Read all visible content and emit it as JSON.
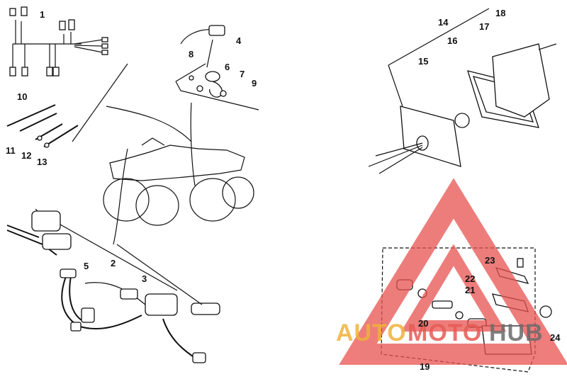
{
  "diagram": {
    "callouts": [
      {
        "id": "c1",
        "label": "1"
      },
      {
        "id": "c2",
        "label": "2"
      },
      {
        "id": "c3",
        "label": "3"
      },
      {
        "id": "c4",
        "label": "4"
      },
      {
        "id": "c5",
        "label": "5"
      },
      {
        "id": "c6",
        "label": "6"
      },
      {
        "id": "c7",
        "label": "7"
      },
      {
        "id": "c8",
        "label": "8"
      },
      {
        "id": "c9",
        "label": "9"
      },
      {
        "id": "c10",
        "label": "10"
      },
      {
        "id": "c11",
        "label": "11"
      },
      {
        "id": "c12",
        "label": "12"
      },
      {
        "id": "c13",
        "label": "13"
      },
      {
        "id": "c14",
        "label": "14"
      },
      {
        "id": "c15",
        "label": "15"
      },
      {
        "id": "c16",
        "label": "16"
      },
      {
        "id": "c17",
        "label": "17"
      },
      {
        "id": "c18",
        "label": "18"
      },
      {
        "id": "c19",
        "label": "19"
      },
      {
        "id": "c20",
        "label": "20"
      },
      {
        "id": "c21",
        "label": "21"
      },
      {
        "id": "c22",
        "label": "22"
      },
      {
        "id": "c23",
        "label": "23"
      },
      {
        "id": "c24",
        "label": "24"
      }
    ]
  },
  "watermark": {
    "text_auto": "AUTO",
    "text_moto": "MOTO",
    "text_hub": "HUB",
    "color_auto": "#f0b23a",
    "color_moto": "#e65a55",
    "color_hub": "#6b6b6b",
    "logo_color": "#e8524f"
  }
}
